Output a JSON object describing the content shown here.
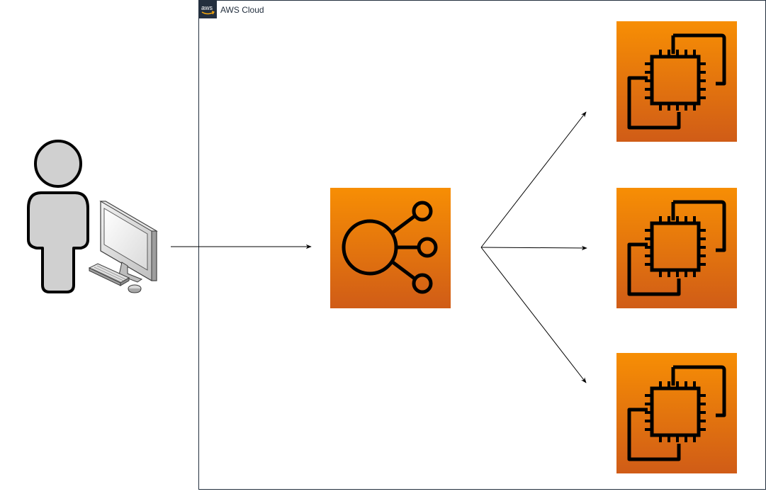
{
  "cloud_group": {
    "label": "AWS Cloud",
    "logo_text": "aws",
    "border_color": "#232F3E"
  },
  "user": {
    "icon": "user-icon",
    "fill_color": "#D0D0D0",
    "stroke_color": "#000000"
  },
  "workstation": {
    "icon": "desktop-computer-icon"
  },
  "load_balancer": {
    "icon": "elastic-load-balancing-icon",
    "gradient_top": "#F78E04",
    "gradient_bottom": "#D05C17"
  },
  "instances": [
    {
      "icon": "ec2-instance-icon"
    },
    {
      "icon": "ec2-instance-icon"
    },
    {
      "icon": "ec2-instance-icon"
    }
  ],
  "connections": [
    {
      "from": "workstation",
      "to": "load-balancer"
    },
    {
      "from": "load-balancer",
      "to": "ec2-instance-1"
    },
    {
      "from": "load-balancer",
      "to": "ec2-instance-2"
    },
    {
      "from": "load-balancer",
      "to": "ec2-instance-3"
    }
  ]
}
